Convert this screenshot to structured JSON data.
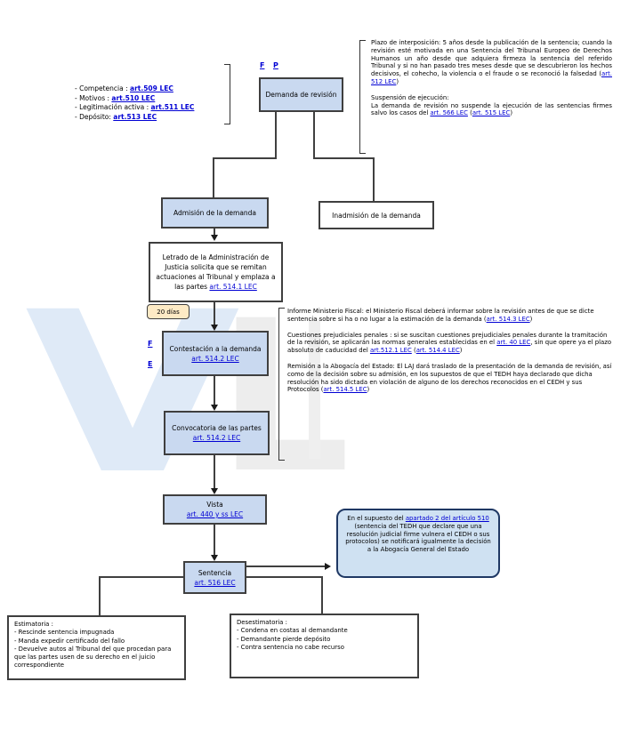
{
  "colors": {
    "flow_box_fill": "#c9d9f0",
    "flow_box_border": "#3f3f3f",
    "note_fill": "#cfe1f2",
    "note_border": "#1f3864",
    "days_fill": "#fdeac5",
    "link": "#0000d4",
    "line": "#404040",
    "watermark_blue": "#dfeaf7",
    "watermark_gray": "#ededed"
  },
  "watermark": {
    "v": "V",
    "l": "L"
  },
  "top_links": {
    "f": "F",
    "p": "P"
  },
  "side_links": {
    "f": "F",
    "e": "E"
  },
  "requisitos_list": {
    "items": [
      {
        "text": "- Competencia : ",
        "link": "art.509 LEC"
      },
      {
        "text": "- Motivos : ",
        "link": "art.510 LEC"
      },
      {
        "text": "- Legitimación activa : ",
        "link": "art.511 LEC"
      },
      {
        "text": "- Depósito: ",
        "link": "art.513 LEC"
      }
    ]
  },
  "plazo_note": {
    "para1": {
      "s0": "Plazo de interposición: 5 años desde la publicación de la sentencia; cuando la revisión esté motivada en una Sentencia del Tribunal Europeo de Derechos Humanos un año desde que adquiera firmeza la sentencia del referido Tribunal y si no han pasado tres meses desde que se descubrieron los hechos decisivos, el cohecho, la violencia o el fraude o se reconoció la falsedad (",
      "link1": "art. 512 LEC",
      "s1": ")"
    },
    "para2": {
      "heading": "Suspensión de ejecución:",
      "s0": "La demanda de revisión no suspende la ejecución de las sentencias firmes salvo los casos del ",
      "link1": "art. 566 LEC",
      "s1": " (",
      "link2": "art. 515 LEC",
      "s2": ")"
    }
  },
  "flow": {
    "demanda": {
      "label": "Demanda de revisión"
    },
    "admision": {
      "label": "Admisión de la demanda"
    },
    "inadmision": {
      "label": "Inadmisión de la demanda"
    },
    "letrado": {
      "text": "Letrado de la Administración de Justicia solicita que se remitan actuaciones al Tribunal y emplaza a las partes ",
      "link": "art. 514.1 LEC"
    },
    "plazo20": {
      "label": "20 días"
    },
    "contestacion": {
      "title": "Contestación a la demanda",
      "link": "art. 514.2 LEC"
    },
    "convocatoria": {
      "title": "Convocatoria de las partes",
      "link": "art. 514.2 LEC"
    },
    "vista": {
      "title": "Vista",
      "link": "art. 440 y ss LEC"
    },
    "sentencia": {
      "title": "Sentencia",
      "link": "art. 516 LEC"
    }
  },
  "tramite_notes": {
    "para1": {
      "s0": "Informe Ministerio Fiscal: el Ministerio Fiscal deberá informar sobre la revisión antes de que se dicte sentencia sobre si ha o no lugar a la estimación de la demanda (",
      "link1": "art. 514.3 LEC",
      "s1": ")"
    },
    "para2": {
      "s0": "Cuestiones prejudiciales penales : si se suscitan cuestiones prejudiciales penales durante la tramitación de la revisión, se aplicarán las normas generales establecidas en el ",
      "link1": "art. 40 LEC",
      "s1": ", sin que opere ya el plazo absoluto de caducidad del ",
      "link2": "art.512.1 LEC",
      "s2": " (",
      "link3": "art. 514.4 LEC",
      "s3": ")"
    },
    "para3": {
      "s0": "Remisión a la Abogacía del Estado: El LAJ dará traslado de la presentación de la demanda de revisión, así como de la decisión sobre su admisión, en los supuestos de que el TEDH haya declarado que dicha resolución ha sido dictada en violación de alguno de los derechos reconocidos en el CEDH y sus Protocolos (",
      "link1": "art. 514.5 LEC",
      "s1": ")"
    }
  },
  "tedh_note": {
    "s0": "En el supuesto del ",
    "link1": "apartado 2 del artículo 510",
    "s1": " (sentencia del TEDH que declare que una resolución judicial firme vulnera el CEDH o sus protocolos) se notificará igualmente la decisión a la Abogacía General del Estado"
  },
  "estimatoria": {
    "title": "Estimatoria :",
    "items": [
      "- Rescinde sentencia impugnada",
      "- Manda expedir certificado del fallo",
      "- Devuelve autos al Tribunal del que procedan para que las partes usen de su derecho en el juicio correspondiente"
    ]
  },
  "desestimatoria": {
    "title": "Desestimatoria :",
    "items": [
      "- Condena en costas al demandante",
      "- Demandante pierde depósito",
      "- Contra sentencia no cabe recurso"
    ]
  }
}
